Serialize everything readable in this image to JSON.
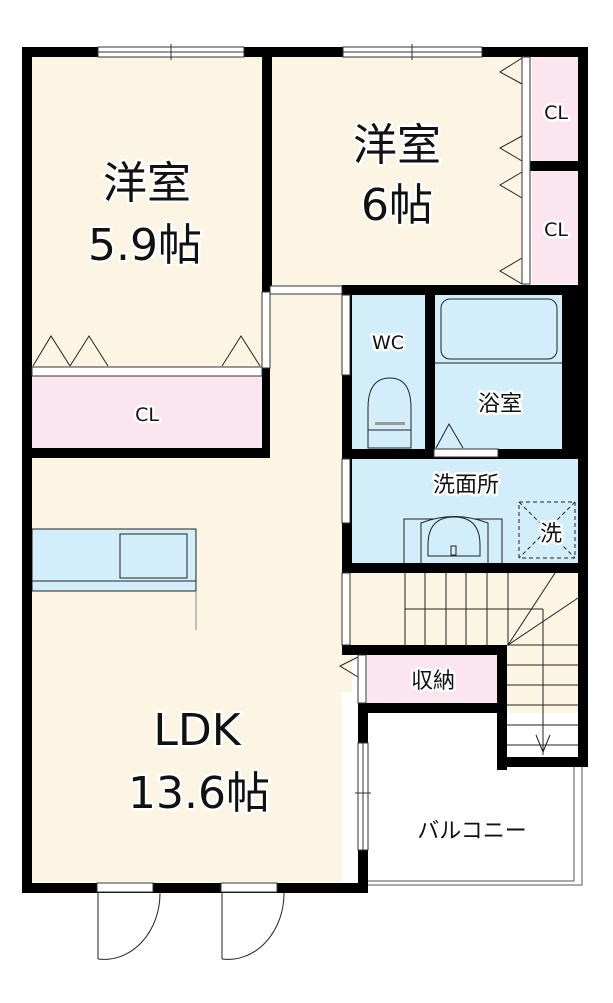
{
  "floor_plan": {
    "colors": {
      "wall": "#000000",
      "room_floor": "#fdf5e3",
      "closet": "#fbe6ef",
      "wet_area": "#d2eefa",
      "balcony": "#ffffff",
      "background": "#ffffff"
    },
    "rooms": [
      {
        "id": "western-room-1",
        "name": "洋室",
        "size": "5.9帖"
      },
      {
        "id": "western-room-2",
        "name": "洋室",
        "size": "6帖"
      },
      {
        "id": "ldk",
        "name": "LDK",
        "size": "13.6帖"
      },
      {
        "id": "closet-1",
        "name": "CL"
      },
      {
        "id": "closet-2",
        "name": "CL"
      },
      {
        "id": "closet-3",
        "name": "CL"
      },
      {
        "id": "wc",
        "name": "WC"
      },
      {
        "id": "bathroom",
        "name": "浴室"
      },
      {
        "id": "washroom",
        "name": "洗面所"
      },
      {
        "id": "washing-machine",
        "name": "洗"
      },
      {
        "id": "storage",
        "name": "収納"
      },
      {
        "id": "balcony",
        "name": "バルコニー"
      }
    ]
  }
}
